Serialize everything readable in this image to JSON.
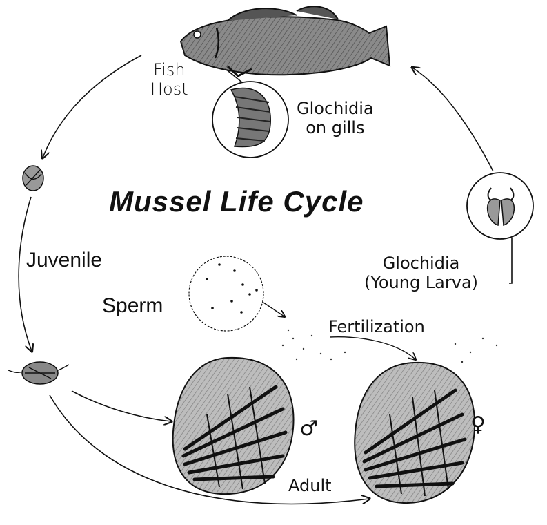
{
  "title": "Mussel Life Cycle",
  "labels": {
    "fish_host": [
      "Fish",
      "Host"
    ],
    "glochidia_on_gills": [
      "Glochidia",
      "on gills"
    ],
    "juvenile": "Juvenile",
    "sperm": "Sperm",
    "fertilization": "Fertilization",
    "glochidia_larva": [
      "Glochidia",
      "(Young Larva)"
    ],
    "adult": "Adult",
    "male_symbol": "♂",
    "female_symbol": "♀"
  }
}
